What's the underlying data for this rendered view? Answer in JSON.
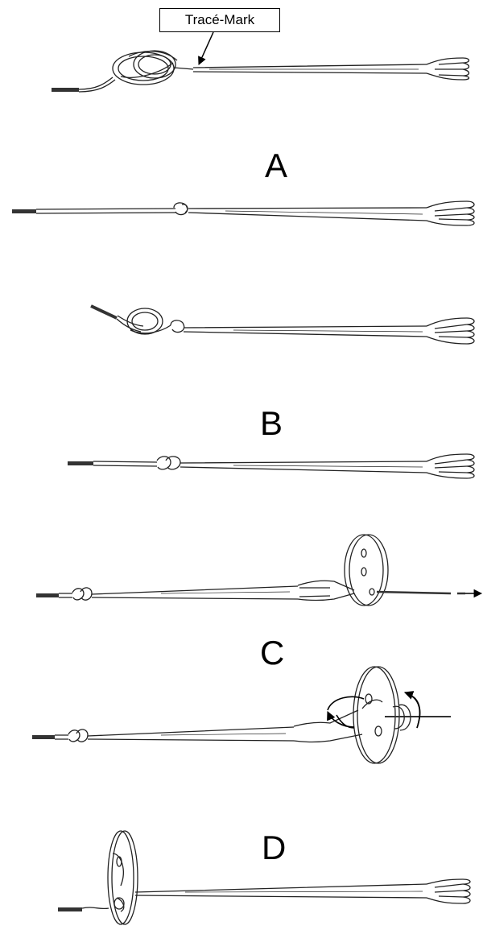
{
  "callout": {
    "label": "Tracé-Mark"
  },
  "steps": [
    "A",
    "B",
    "C",
    "D"
  ]
}
